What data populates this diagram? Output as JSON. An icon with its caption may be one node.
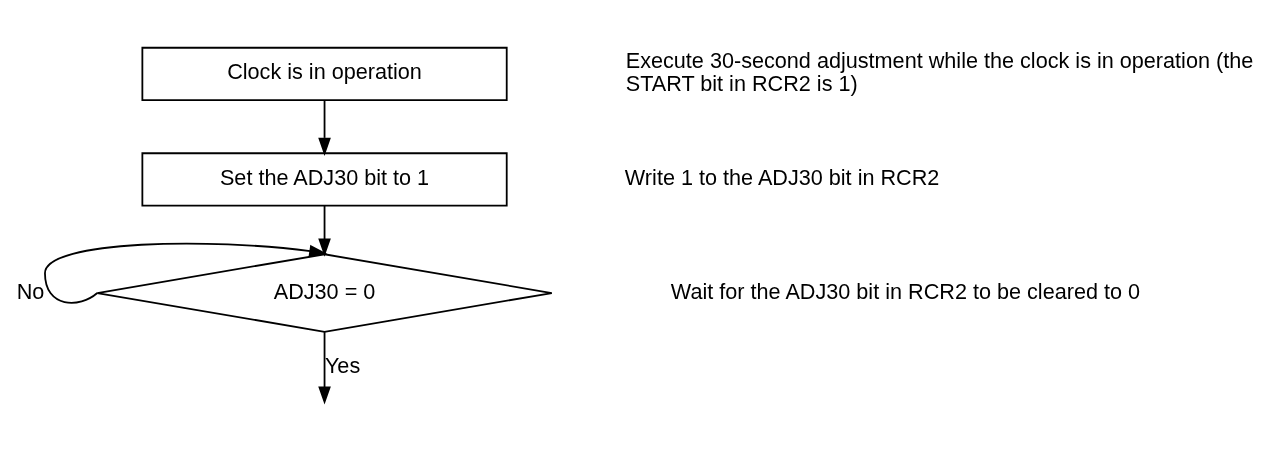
{
  "diagram": {
    "nodes": [
      {
        "text": [
          "Clock is in operation"
        ]
      },
      {
        "text": [
          "Set the ADJ30 bit to 1"
        ]
      },
      {
        "text": [
          "ADJ30 = 0"
        ]
      }
    ],
    "edges": [
      {
        "from": 0,
        "to": 1,
        "arrow": "to"
      },
      {
        "from": 1,
        "to": 2,
        "arrow": "to"
      },
      {
        "from": 2,
        "to": 2,
        "arrow": "to",
        "label": "No"
      },
      {
        "from": 2,
        "to": null,
        "arrow": "to",
        "label": "Yes"
      }
    ],
    "labels": [
      "Execute 30-second adjustment while the clock is in operation (the START bit in RCR2 is 1)",
      "Write 1 to the ADJ30 bit in RCR2",
      "Wait for the ADJ30 bit in RCR2 to be cleared to 0"
    ]
  }
}
